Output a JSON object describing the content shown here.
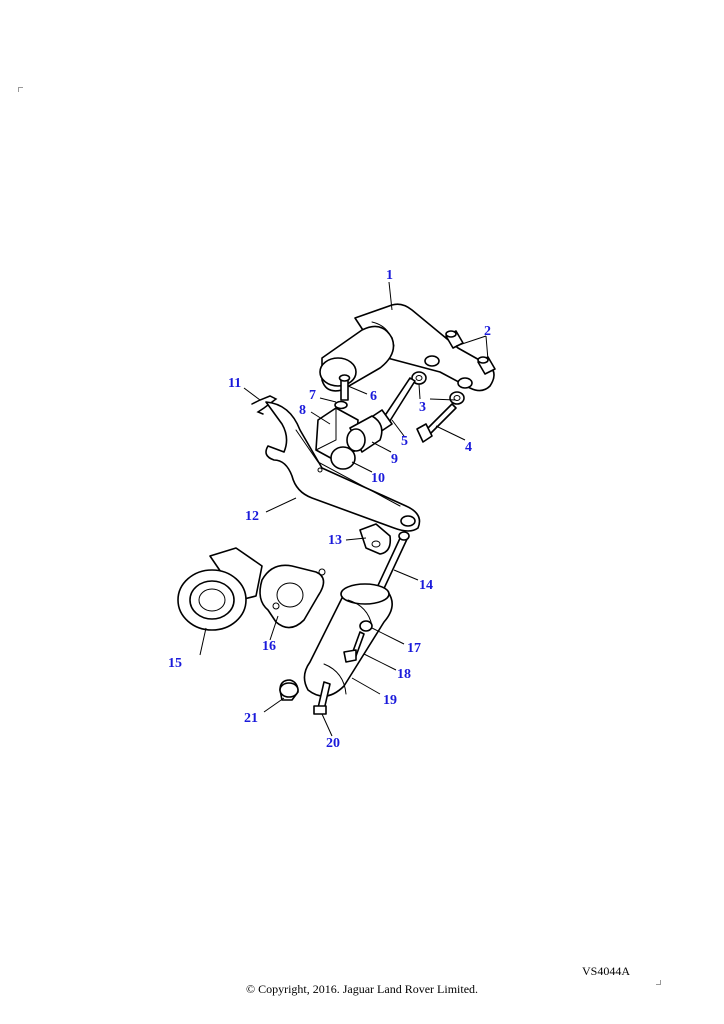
{
  "callouts": {
    "c1": "1",
    "c2": "2",
    "c3": "3",
    "c4": "4",
    "c5": "5",
    "c6": "6",
    "c7": "7",
    "c8": "8",
    "c9": "9",
    "c10": "10",
    "c11": "11",
    "c12": "12",
    "c13": "13",
    "c14": "14",
    "c15": "15",
    "c16": "16",
    "c17": "17",
    "c18": "18",
    "c19": "19",
    "c20": "20",
    "c21": "21"
  },
  "colors": {
    "callout": "#1a1adb",
    "line": "#000000",
    "background": "#ffffff"
  },
  "footer": {
    "reference_code": "VS4044A",
    "copyright": "© Copyright, 2016. Jaguar Land Rover Limited."
  }
}
